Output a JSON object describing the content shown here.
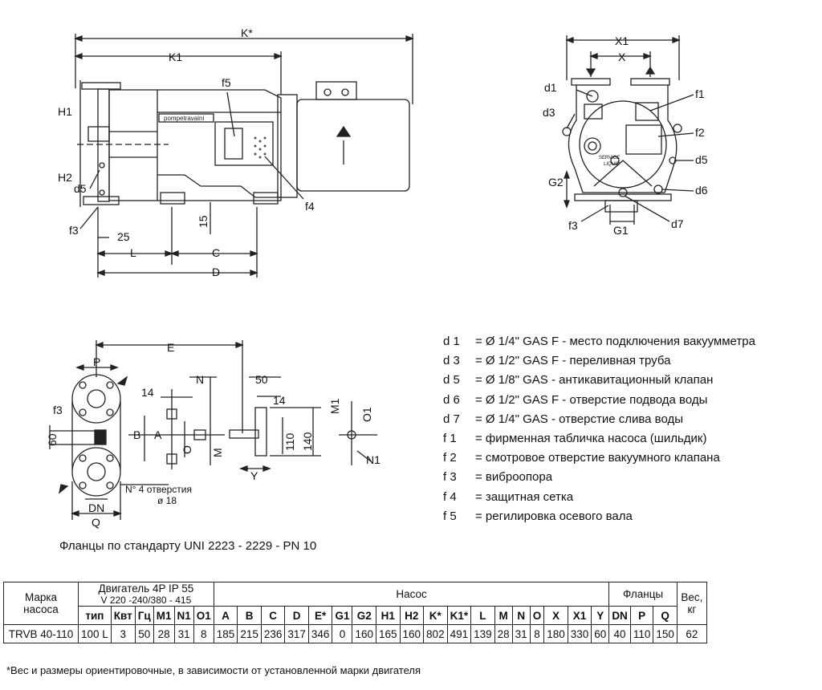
{
  "drawing_labels": {
    "top_left": [
      "K*",
      "K1",
      "H1",
      "H2",
      "f5",
      "d5",
      "f3",
      "f4",
      "25",
      "15",
      "L",
      "C",
      "D",
      "pompetravaini"
    ],
    "top_right": [
      "X1",
      "X",
      "d1",
      "d3",
      "f1",
      "f2",
      "d5",
      "d6",
      "G2",
      "f3",
      "d7",
      "G1",
      "SERVICE",
      "LIQUID"
    ],
    "bottom_left": [
      "E",
      "P",
      "f3",
      "60",
      "B",
      "A",
      "DN",
      "Q",
      "14",
      "N",
      "50",
      "14",
      "M1",
      "O1",
      "O",
      "M",
      "110",
      "140",
      "Y",
      "N1",
      "N° 4 отверстия",
      "ø 18"
    ]
  },
  "legend": [
    {
      "code": "d 1",
      "desc": "=  Ø 1/4\" GAS F - место подключения вакуумметра"
    },
    {
      "code": "d 3",
      "desc": "=  Ø 1/2\" GAS F - переливная труба"
    },
    {
      "code": "d 5",
      "desc": "=  Ø 1/8\" GAS - антикавитационный клапан"
    },
    {
      "code": "d 6",
      "desc": "=  Ø 1/2\" GAS F - отверстие подвода воды"
    },
    {
      "code": "d 7",
      "desc": "=  Ø 1/4\" GAS - отверстие слива воды"
    },
    {
      "code": "f 1",
      "desc": "= фирменная табличка насоса (шильдик)"
    },
    {
      "code": "f 2",
      "desc": "=  смотровое отверстие вакуумного клапана"
    },
    {
      "code": "f 3",
      "desc": "=  виброопора"
    },
    {
      "code": "f 4",
      "desc": "=  защитная сетка"
    },
    {
      "code": "f 5",
      "desc": "=  регилировка осевого вала"
    }
  ],
  "flange_note": "Фланцы по стандарту UNI 2223 - 2229 - PN 10",
  "table": {
    "col_brand": "Марка насоса",
    "motor_group": "Двигатель 4P IP 55",
    "motor_voltage": "V 220 -240/380 - 415",
    "pump_group": "Насос",
    "flange_group": "Фланцы",
    "weight_group": "Вес, кг",
    "headers": [
      "тип",
      "Квт",
      "Гц",
      "M1",
      "N1",
      "O1",
      "A",
      "B",
      "C",
      "D",
      "E*",
      "G1",
      "G2",
      "H1",
      "H2",
      "K*",
      "K1*",
      "L",
      "M",
      "N",
      "O",
      "X",
      "X1",
      "Y",
      "DN",
      "P",
      "Q"
    ],
    "row": [
      "TRVB 40-110",
      "100 L",
      "3",
      "50",
      "28",
      "31",
      "8",
      "185",
      "215",
      "236",
      "317",
      "346",
      "0",
      "160",
      "165",
      "160",
      "802",
      "491",
      "139",
      "28",
      "31",
      "8",
      "180",
      "330",
      "60",
      "40",
      "110",
      "150",
      "62"
    ]
  },
  "footnote": "*Вес и размеры ориентировочные, в зависимости от установленной марки двигателя"
}
